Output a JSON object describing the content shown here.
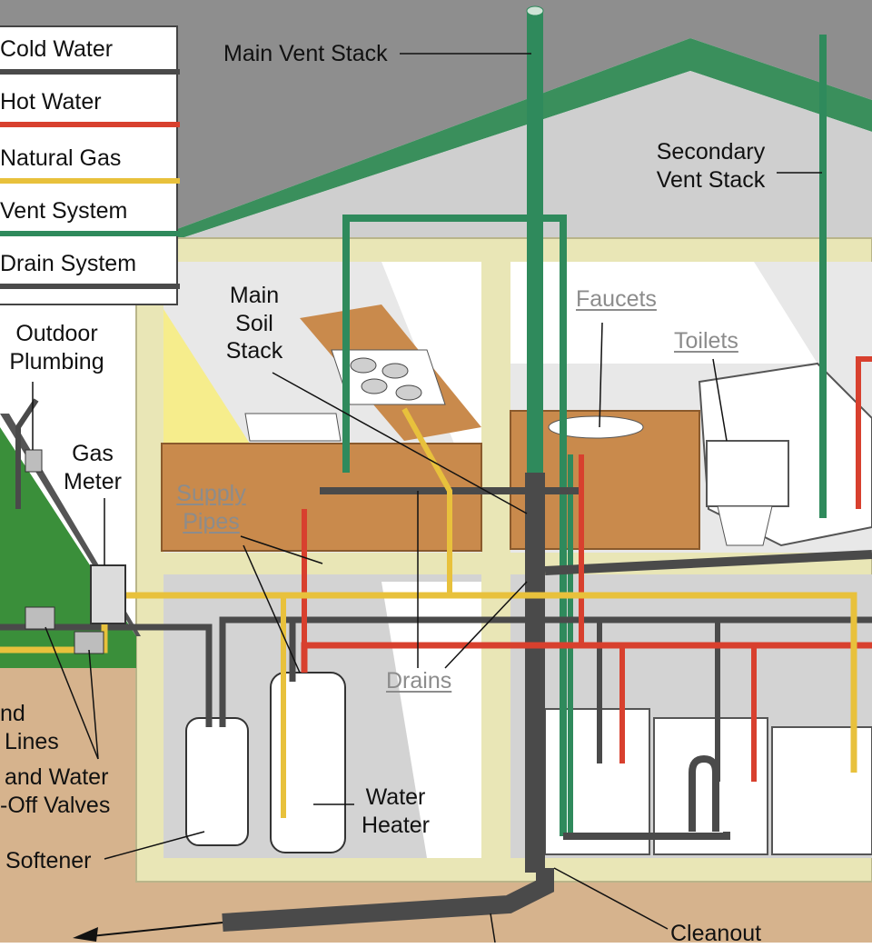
{
  "legend": [
    {
      "label": "Cold Water",
      "color": "#4a4a4a"
    },
    {
      "label": "Hot Water",
      "color": "#d8402e"
    },
    {
      "label": "Natural Gas",
      "color": "#e8c13c"
    },
    {
      "label": "Vent System",
      "color": "#2f8a5c"
    },
    {
      "label": "Drain System",
      "color": "#4a4a4a"
    }
  ],
  "labels": {
    "main_vent_stack": "Main Vent Stack",
    "secondary_vent_stack_1": "Secondary",
    "secondary_vent_stack_2": "Vent Stack",
    "main_soil_stack_1": "Main",
    "main_soil_stack_2": "Soil",
    "main_soil_stack_3": "Stack",
    "faucets": "Faucets",
    "toilets": "Toilets",
    "outdoor_plumbing_1": "Outdoor",
    "outdoor_plumbing_2": "Plumbing",
    "gas_meter_1": "Gas",
    "gas_meter_2": "Meter",
    "supply_pipes_1": "Supply",
    "supply_pipes_2": "Pipes",
    "drains": "Drains",
    "water_heater_1": "Water",
    "water_heater_2": "Heater",
    "lines_1": "nd",
    "lines_2": "Lines",
    "valves_1": "and Water",
    "valves_2": "-Off Valves",
    "softener": "Softener",
    "cleanout": "Cleanout"
  },
  "colors": {
    "vent": "#2f8a5c",
    "drain": "#4a4a4a",
    "hot": "#d8402e",
    "gas": "#e8c13c",
    "roof": "#8e8e8e",
    "lawn": "#3a8f3a",
    "wall": "#e9e6b6",
    "cabinet": "#c98a4c",
    "soil": "#d6b38d"
  }
}
